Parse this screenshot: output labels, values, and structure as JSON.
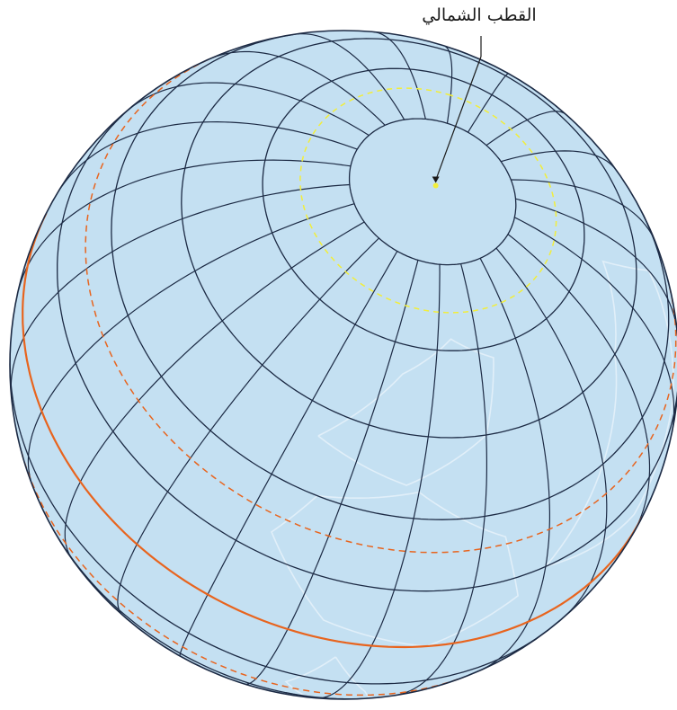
{
  "labels": {
    "north_pole": "القطب الشمالي"
  },
  "colors": {
    "ocean": "#c4e0f2",
    "grid": "#1c2a44",
    "equator": "#e8641e",
    "tropics": "#e8641e",
    "arctic_circle": "#f2ee3a",
    "coastline": "#e4f1fa",
    "pole_point": "#f2ee3a"
  },
  "globe": {
    "parallels_deg": [
      -75,
      -60,
      -45,
      -30,
      -15,
      0,
      15,
      30,
      45,
      60,
      75
    ],
    "meridian_step_deg": 15,
    "equator_deg": 0,
    "tropics_deg": [
      23.44,
      -23.44
    ],
    "arctic_circle_deg": 66.56
  }
}
